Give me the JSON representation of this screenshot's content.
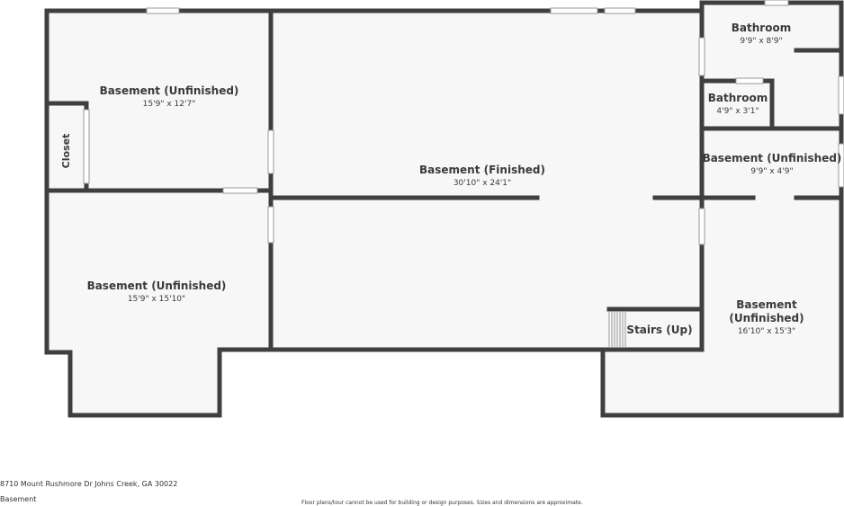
{
  "rooms": {
    "basement_unfinished_nw": {
      "name": "Basement (Unfinished)",
      "dims": "15'9\" x 12'7\""
    },
    "closet": {
      "name": "Closet"
    },
    "basement_unfinished_sw": {
      "name": "Basement (Unfinished)",
      "dims": "15'9\" x 15'10\""
    },
    "basement_finished": {
      "name": "Basement (Finished)",
      "dims": "30'10\" x 24'1\""
    },
    "bathroom_large": {
      "name": "Bathroom",
      "dims": "9'9\" x 8'9\""
    },
    "bathroom_small": {
      "name": "Bathroom",
      "dims": "4'9\" x 3'1\""
    },
    "basement_unfinished_e": {
      "name": "Basement (Unfinished)",
      "dims": "9'9\" x 4'9\""
    },
    "basement_unfinished_se": {
      "name_line1": "Basement",
      "name_line2": "(Unfinished)",
      "dims": "16'10\" x 15'3\""
    },
    "stairs": {
      "name": "Stairs (Up)"
    }
  },
  "footer": {
    "address": "8710 Mount Rushmore Dr Johns Creek, GA 30022",
    "floor": "Basement",
    "disclaimer": "Floor plans/tour cannot be used for building or design purposes. Sizes and dimensions are approximate."
  },
  "colors": {
    "wall": "#3f3f3f",
    "floor": "#f7f7f7",
    "opening": "#ffffff"
  }
}
